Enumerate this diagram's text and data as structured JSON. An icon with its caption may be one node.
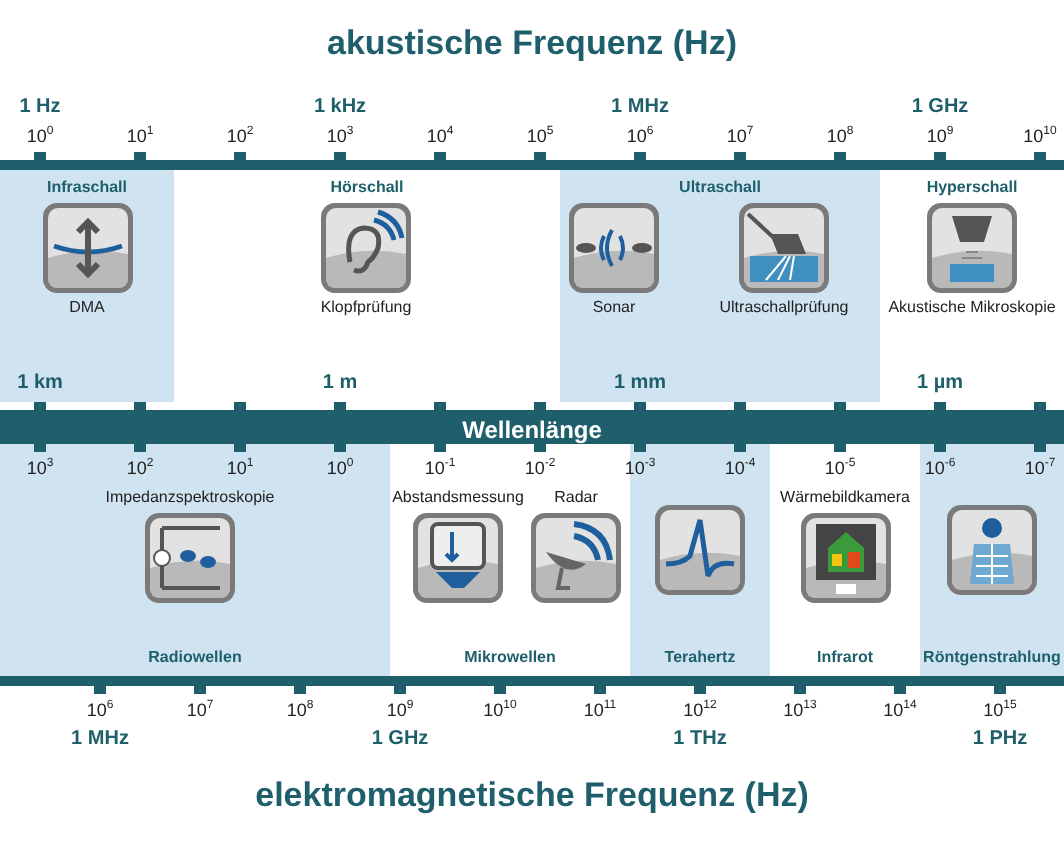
{
  "diagram": {
    "title": "akustische Frequenz (Hz)",
    "caption": "elektromagnetische Frequenz (Hz)",
    "nodes": [
      {
        "text": [
          "Infraschall"
        ]
      },
      {
        "text": [
          "DMA"
        ],
        "in": 0
      },
      {
        "text": [
          "Hörschall"
        ]
      },
      {
        "text": [
          "Klopfprüfung"
        ],
        "in": 2
      },
      {
        "text": [
          "Ultraschall"
        ]
      },
      {
        "text": [
          "Sonar"
        ],
        "in": 4
      },
      {
        "text": [
          "Ultraschallprüfung"
        ],
        "in": 4
      },
      {
        "text": [
          "Hyperschall"
        ]
      },
      {
        "text": [
          "Akustische Mikroskopie"
        ],
        "in": 7
      },
      {
        "text": [
          "Radiowellen"
        ]
      },
      {
        "text": [
          "Impedanzspektroskopie"
        ],
        "in": 9
      },
      {
        "text": [
          "Mikrowellen"
        ]
      },
      {
        "text": [
          "Abstandsmessung"
        ],
        "in": 11
      },
      {
        "text": [
          "Radar"
        ],
        "in": 11
      },
      {
        "text": [
          "Terahertz"
        ]
      },
      {
        "text": [],
        "shape": "box",
        "in": 14
      },
      {
        "text": [
          "Infrarot"
        ]
      },
      {
        "text": [
          "Wärmebildkamera"
        ],
        "in": 16
      },
      {
        "text": [
          "Röntgenstrahlung"
        ]
      },
      {
        "text": [],
        "shape": "box",
        "in": 18
      }
    ],
    "edges": [],
    "labels": [
      "1 Hz",
      "1 kHz",
      "1 MHz",
      "1 GHz",
      "10$^{0}$",
      "10$^{1}$",
      "10$^{2}$",
      "10$^{3}$",
      "10$^{4}$",
      "10$^{5}$",
      "10$^{6}$",
      "10$^{7}$",
      "10$^{8}$",
      "10$^{9}$",
      "10$^{10}$",
      "1 km",
      "1 m",
      "1 mm",
      "1 µm",
      "Wellenlänge",
      "10$^{3}$",
      "10$^{2}$",
      "10$^{1}$",
      "10$^{0}$",
      "10$^{-1}$",
      "10$^{-2}$",
      "10$^{-3}$",
      "10$^{-4}$",
      "10$^{-5}$",
      "10$^{-6}$",
      "10$^{-7}$",
      "10$^{6}$",
      "10$^{7}$",
      "10$^{8}$",
      "10$^{9}$",
      "10$^{10}$",
      "10$^{11}$",
      "10$^{12}$",
      "10$^{13}$",
      "10$^{14}$",
      "10$^{15}$",
      "1 MHz",
      "1 GHz",
      "1 THz",
      "1 PHz"
    ]
  }
}
